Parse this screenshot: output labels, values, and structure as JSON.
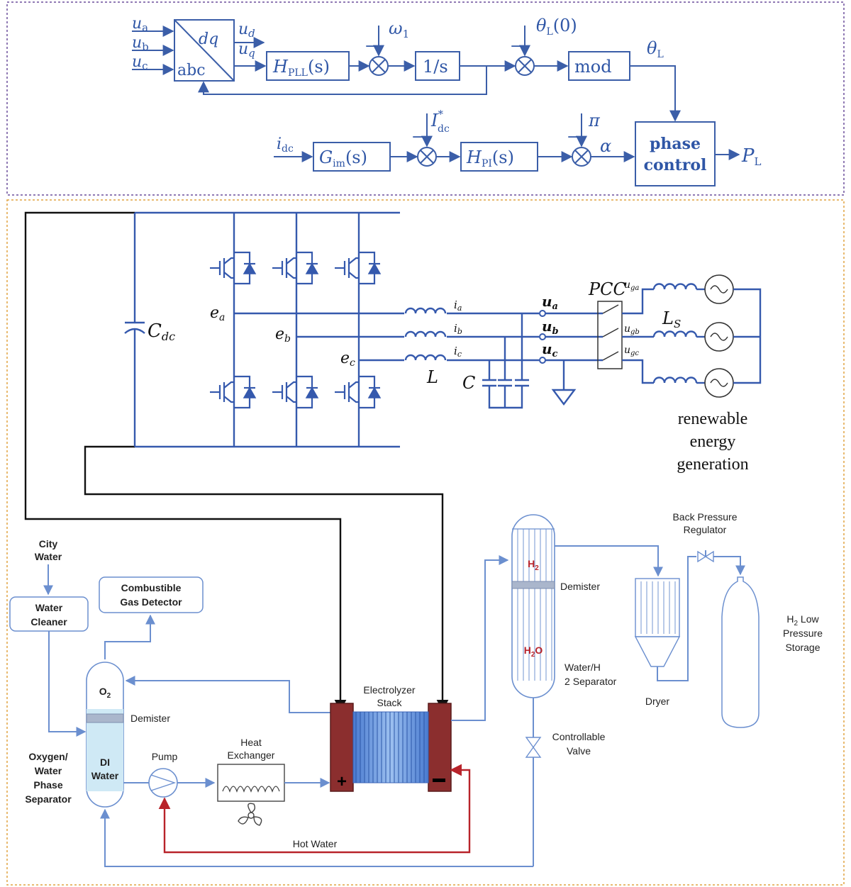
{
  "control": {
    "ua": "u",
    "ua_sub": "a",
    "ub": "u",
    "ub_sub": "b",
    "uc": "u",
    "uc_sub": "c",
    "dq": "dq",
    "abc": "abc",
    "ud": "u",
    "ud_sub": "d",
    "uq": "u",
    "uq_sub": "q",
    "hpll": "H",
    "hpll_sub": "PLL",
    "hpll_arg": "(s)",
    "omega": "ω",
    "omega_sub": "1",
    "minus": "−",
    "integrator": "1/s",
    "thetaL0": "θ",
    "thetaL0_sub": "L",
    "thetaL0_arg": "(0)",
    "mod": "mod",
    "thetaL": "θ",
    "thetaL_sub": "L",
    "idc": "i",
    "idc_sub": "dc",
    "gim": "G",
    "gim_sub": "im",
    "gim_arg": "(s)",
    "idc_ref": "I",
    "idc_ref_sup": "*",
    "idc_ref_sub": "dc",
    "hpi": "H",
    "hpi_sub": "PI",
    "hpi_arg": "(s)",
    "pi": "π",
    "alpha": "α",
    "phase1": "phase",
    "phase2": "control",
    "pl": "P",
    "pl_sub": "L"
  },
  "power": {
    "cdc": "C",
    "cdc_sub": "dc",
    "ea": "e",
    "ea_sub": "a",
    "eb": "e",
    "eb_sub": "b",
    "ec": "e",
    "ec_sub": "c",
    "ia": "i",
    "ia_sub": "a",
    "ib": "i",
    "ib_sub": "b",
    "ic": "i",
    "ic_sub": "c",
    "L": "L",
    "C": "C",
    "ua": "u",
    "ua_sub": "a",
    "ub": "u",
    "ub_sub": "b",
    "uc": "u",
    "uc_sub": "c",
    "pcc": "PCC",
    "uga": "u",
    "uga_sub": "ga",
    "ugb": "u",
    "ugb_sub": "gb",
    "ugc": "u",
    "ugc_sub": "gc",
    "ls": "L",
    "ls_sub": "S",
    "ren1": "renewable",
    "ren2": "energy",
    "ren3": "generation"
  },
  "plant": {
    "city1": "City",
    "city2": "Water",
    "cleaner1": "Water",
    "cleaner2": "Cleaner",
    "gas1": "Combustible",
    "gas2": "Gas Detector",
    "o2": "O",
    "o2_sub": "2",
    "demister": "Demister",
    "di1": "DI",
    "di2": "Water",
    "oxy1": "Oxygen/",
    "oxy2": "Water",
    "oxy3": "Phase",
    "oxy4": "Separator",
    "pump": "Pump",
    "hx1": "Heat",
    "hx2": "Exchanger",
    "stack1": "Electrolyzer",
    "stack2": "Stack",
    "hot": "Hot Water",
    "h2": "H",
    "h2_sub": "2",
    "h2o": "H",
    "h2o_sub": "2",
    "h2o_end": "O",
    "demister2": "Demister",
    "sep1": "Water/H",
    "sep1_sub": "2",
    "sep2": "Separator",
    "valve1": "Controllable",
    "valve2": "Valve",
    "bpr1": "Back Pressure",
    "bpr2": "Regulator",
    "dryer": "Dryer",
    "st1": "H",
    "st1_sub": "2",
    "st1_end": " Low",
    "st2": "Pressure",
    "st3": "Storage"
  }
}
